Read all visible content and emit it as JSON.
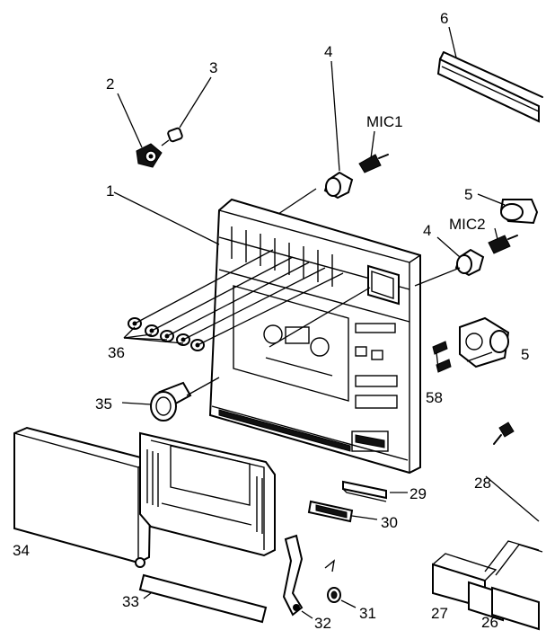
{
  "labels": {
    "p1": "1",
    "p2": "2",
    "p3": "3",
    "p4a": "4",
    "p4b": "4",
    "p5a": "5",
    "p5b": "5",
    "p6": "6",
    "mic1": "MIC1",
    "mic2": "MIC2",
    "p26": "26",
    "p27": "27",
    "p28": "28",
    "p29": "29",
    "p30": "30",
    "p31": "31",
    "p32": "32",
    "p33": "33",
    "p34": "34",
    "p35": "35",
    "p36": "36",
    "p58": "58"
  }
}
